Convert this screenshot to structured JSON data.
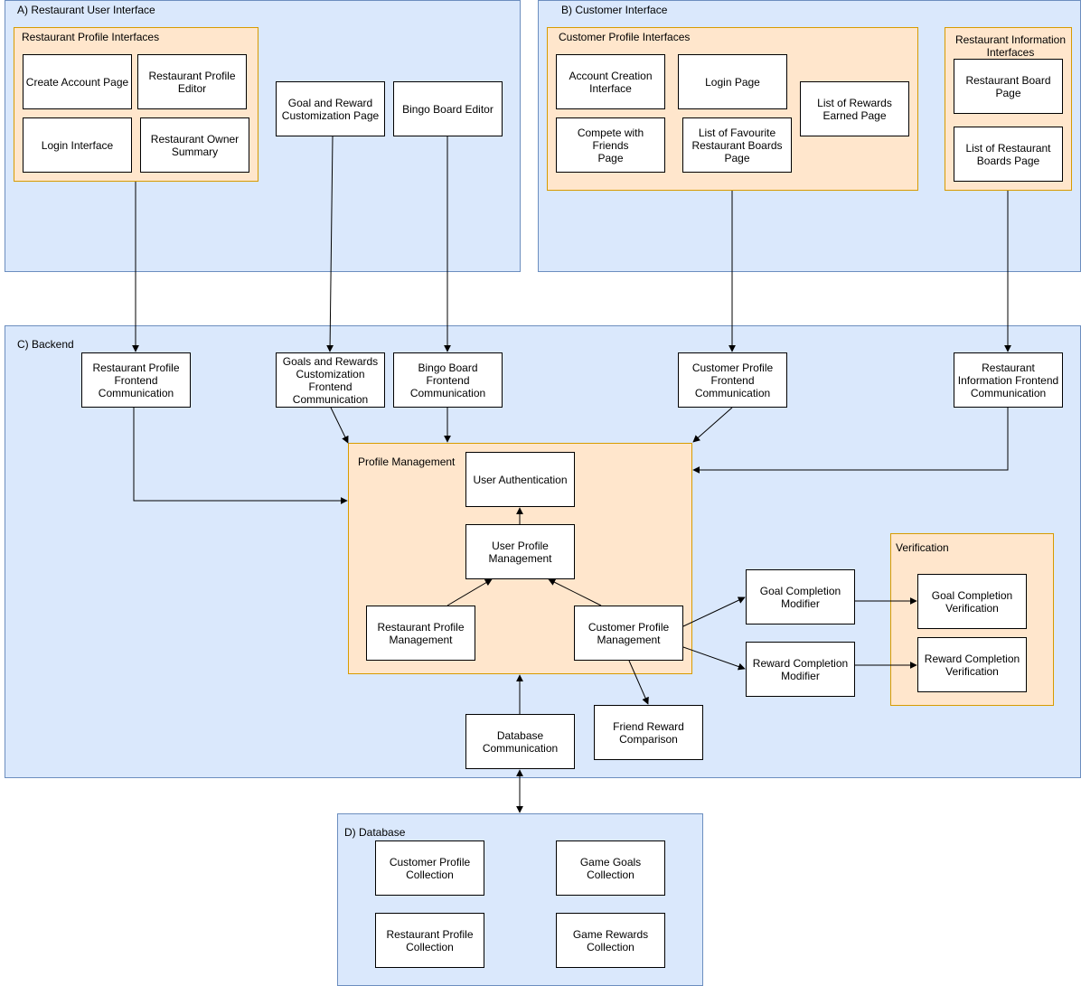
{
  "regions": {
    "restaurant_ui": "A) Restaurant User Interface",
    "customer_ui": "B) Customer Interface",
    "backend": "C) Backend",
    "database": "D) Database"
  },
  "groups": {
    "restaurant_profile_interfaces": "Restaurant Profile Interfaces",
    "customer_profile_interfaces": "Customer Profile Interfaces",
    "restaurant_information_interfaces": "Restaurant Information\nInterfaces",
    "profile_management": "Profile Management",
    "verification": "Verification"
  },
  "nodes": {
    "create_account_page": "Create Account Page",
    "restaurant_profile_editor": "Restaurant Profile\nEditor",
    "login_interface": "Login Interface",
    "restaurant_owner_summary": "Restaurant Owner\nSummary",
    "goal_reward_customization_page": "Goal and Reward\nCustomization Page",
    "bingo_board_editor": "Bingo Board Editor",
    "account_creation_interface": "Account Creation\nInterface",
    "login_page": "Login Page",
    "list_of_rewards_earned_page": "List of Rewards\nEarned Page",
    "compete_with_friends_page": "Compete with Friends\nPage",
    "list_of_favourite_restaurant_boards_page": "List of Favourite\nRestaurant Boards\nPage",
    "restaurant_board_page": "Restaurant Board\nPage",
    "list_of_restaurant_boards_page": "List of Restaurant\nBoards Page",
    "restaurant_profile_frontend_communication": "Restaurant Profile\nFrontend\nCommunication",
    "goals_rewards_customization_frontend_communication": "Goals and Rewards\nCustomization\nFrontend\nCommunication",
    "bingo_board_frontend_communication": "Bingo Board Frontend\nCommunication",
    "customer_profile_frontend_communication": "Customer Profile\nFrontend\nCommunication",
    "restaurant_information_frontend_communication": "Restaurant\nInformation Frontend\nCommunication",
    "user_authentication": "User Authentication",
    "user_profile_management": "User Profile\nManagement",
    "restaurant_profile_management": "Restaurant Profile\nManagement",
    "customer_profile_management": "Customer Profile\nManagement",
    "goal_completion_modifier": "Goal Completion\nModifier",
    "reward_completion_modifier": "Reward Completion\nModifier",
    "goal_completion_verification": "Goal Completion\nVerification",
    "reward_completion_verification": "Reward Completion\nVerification",
    "friend_reward_comparison": "Friend Reward\nComparison",
    "database_communication": "Database\nCommunication",
    "customer_profile_collection": "Customer Profile\nCollection",
    "game_goals_collection": "Game Goals\nCollection",
    "restaurant_profile_collection": "Restaurant Profile\nCollection",
    "game_rewards_collection": "Game Rewards\nCollection"
  }
}
